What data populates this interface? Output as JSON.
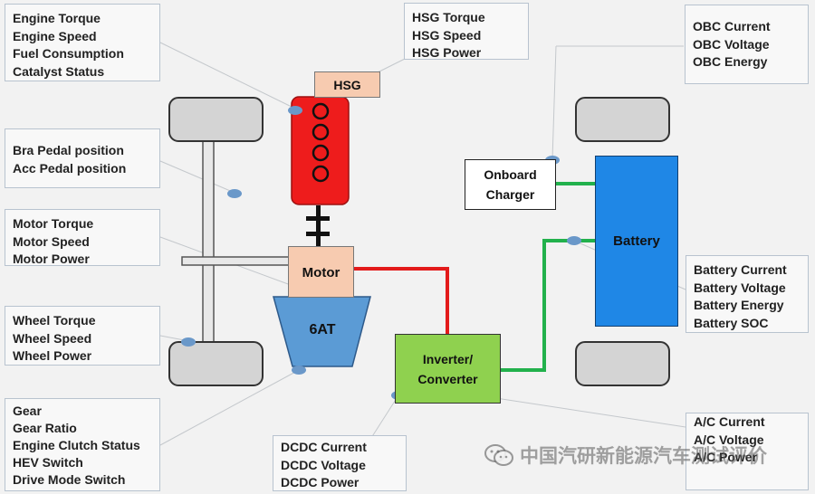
{
  "labels": {
    "engine": [
      "Engine Torque",
      "Engine Speed",
      "Fuel Consumption",
      "Catalyst Status"
    ],
    "hsg": [
      "HSG Torque",
      "HSG Speed",
      "HSG Power"
    ],
    "obc": [
      "OBC Current",
      "OBC Voltage",
      "OBC Energy"
    ],
    "pedal": [
      "Bra Pedal position",
      "Acc Pedal position"
    ],
    "motor": [
      "Motor Torque",
      "Motor Speed",
      "Motor Power"
    ],
    "wheel": [
      "Wheel Torque",
      "Wheel Speed",
      "Wheel Power"
    ],
    "gear": [
      "Gear",
      "Gear Ratio",
      "Engine Clutch Status",
      "HEV Switch",
      "Drive Mode Switch"
    ],
    "battery": [
      "Battery Current",
      "Battery Voltage",
      "Battery Energy",
      "Battery SOC"
    ],
    "dcdc": [
      "DCDC Current",
      "DCDC Voltage",
      "DCDC Power"
    ],
    "ac": [
      "A/C Current",
      "A/C Voltage",
      "A/C Power"
    ]
  },
  "components": {
    "hsg": "HSG",
    "motor": "Motor",
    "transmission": "6AT",
    "inverter_line1": "Inverter/",
    "inverter_line2": "Converter",
    "charger_line1": "Onboard",
    "charger_line2": "Charger",
    "battery": "Battery"
  },
  "watermark": "中国汽研新能源汽车测试评价",
  "colors": {
    "engine": "#ee1c1c",
    "battery": "#1f87e6",
    "inverter": "#8fd14f",
    "motor": "#f7cbb0",
    "transmission": "#5b9bd5",
    "hv_line": "#e31b1b",
    "lv_line": "#22b14c",
    "sensor_dot": "#6a98c9"
  }
}
